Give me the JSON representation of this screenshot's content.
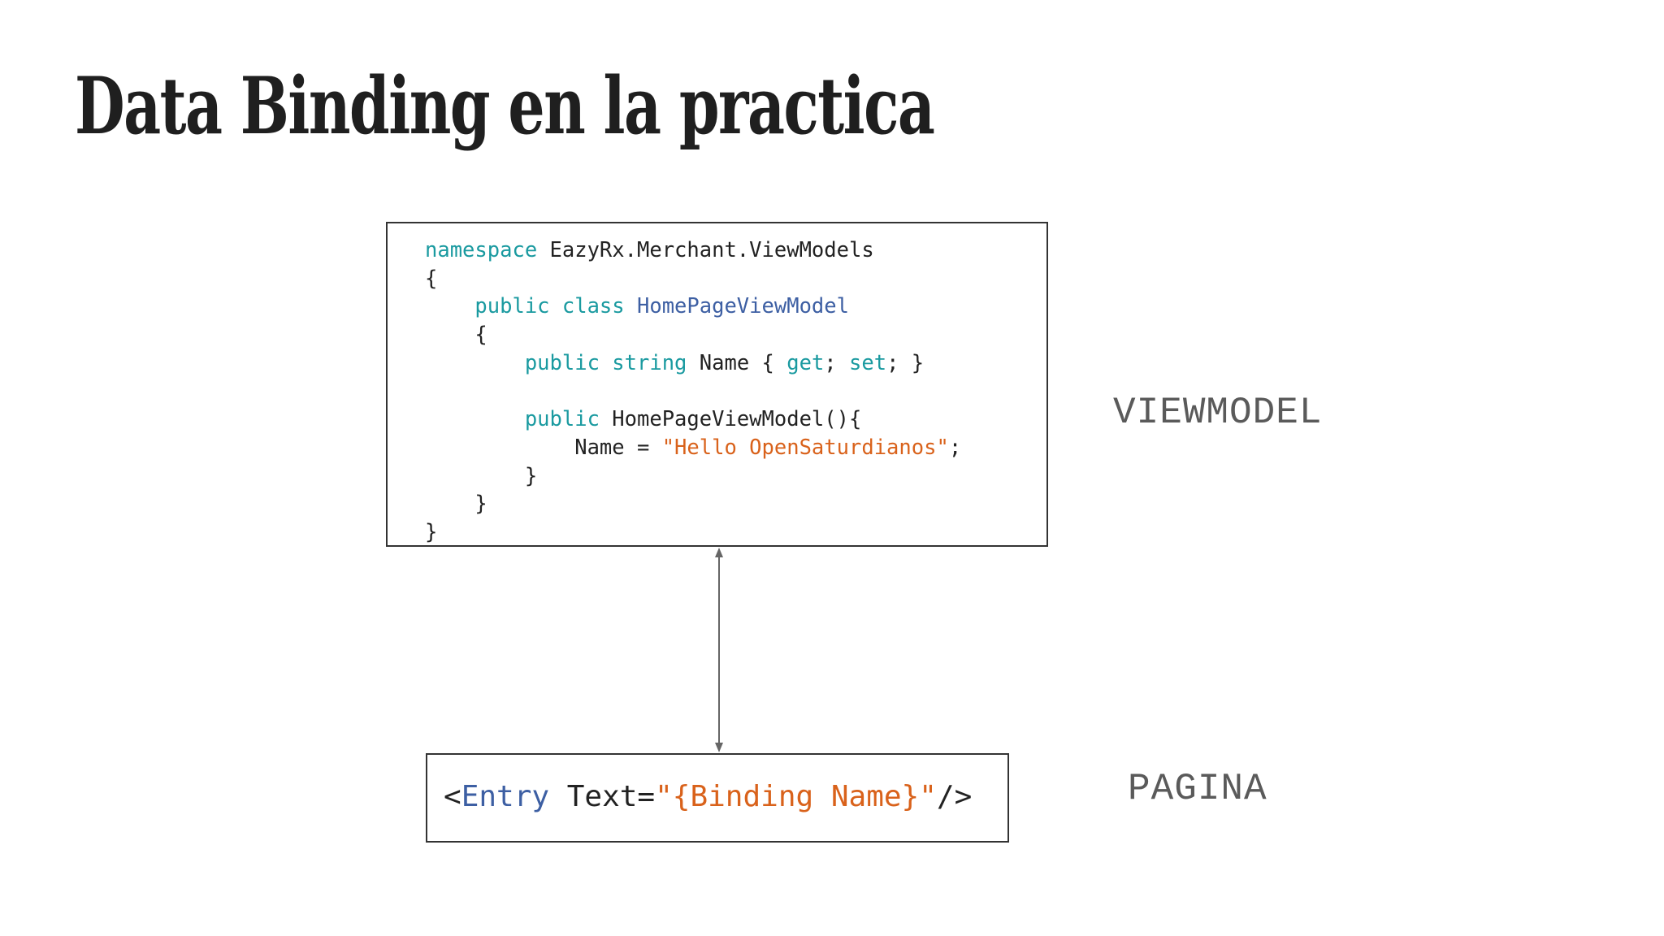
{
  "slide": {
    "title": "Data Binding en la practica"
  },
  "code_box": {
    "lines": [
      [
        {
          "t": "namespace",
          "c": "kw"
        },
        {
          "t": " EazyRx.Merchant.ViewModels",
          "c": "plain"
        }
      ],
      [
        {
          "t": "{",
          "c": "plain"
        }
      ],
      [
        {
          "t": "    public class",
          "c": "kw"
        },
        {
          "t": " HomePageViewModel",
          "c": "ty"
        }
      ],
      [
        {
          "t": "    {",
          "c": "plain"
        }
      ],
      [
        {
          "t": "        public string",
          "c": "kw"
        },
        {
          "t": " Name { ",
          "c": "plain"
        },
        {
          "t": "get",
          "c": "kw"
        },
        {
          "t": "; ",
          "c": "plain"
        },
        {
          "t": "set",
          "c": "kw"
        },
        {
          "t": "; }",
          "c": "plain"
        }
      ],
      [
        {
          "t": "",
          "c": "plain"
        }
      ],
      [
        {
          "t": "        public",
          "c": "kw"
        },
        {
          "t": " HomePageViewModel(){",
          "c": "plain"
        }
      ],
      [
        {
          "t": "            Name = ",
          "c": "plain"
        },
        {
          "t": "\"Hello OpenSaturdianos\"",
          "c": "str"
        },
        {
          "t": ";",
          "c": "plain"
        }
      ],
      [
        {
          "t": "        }",
          "c": "plain"
        }
      ],
      [
        {
          "t": "    }",
          "c": "plain"
        }
      ],
      [
        {
          "t": "}",
          "c": "plain"
        }
      ]
    ]
  },
  "entry_box": {
    "parts": [
      {
        "t": "<",
        "c": "plain"
      },
      {
        "t": "Entry",
        "c": "ty"
      },
      {
        "t": " Text=",
        "c": "plain"
      },
      {
        "t": "\"{Binding Name}\"",
        "c": "str"
      },
      {
        "t": "/>",
        "c": "plain"
      }
    ]
  },
  "labels": {
    "viewmodel": "VIEWMODEL",
    "pagina": "PAGINA"
  },
  "colors": {
    "keyword": "#1a9aa0",
    "type": "#3d5fa3",
    "string": "#d9621b",
    "text": "#222222",
    "arrow": "#666666"
  }
}
